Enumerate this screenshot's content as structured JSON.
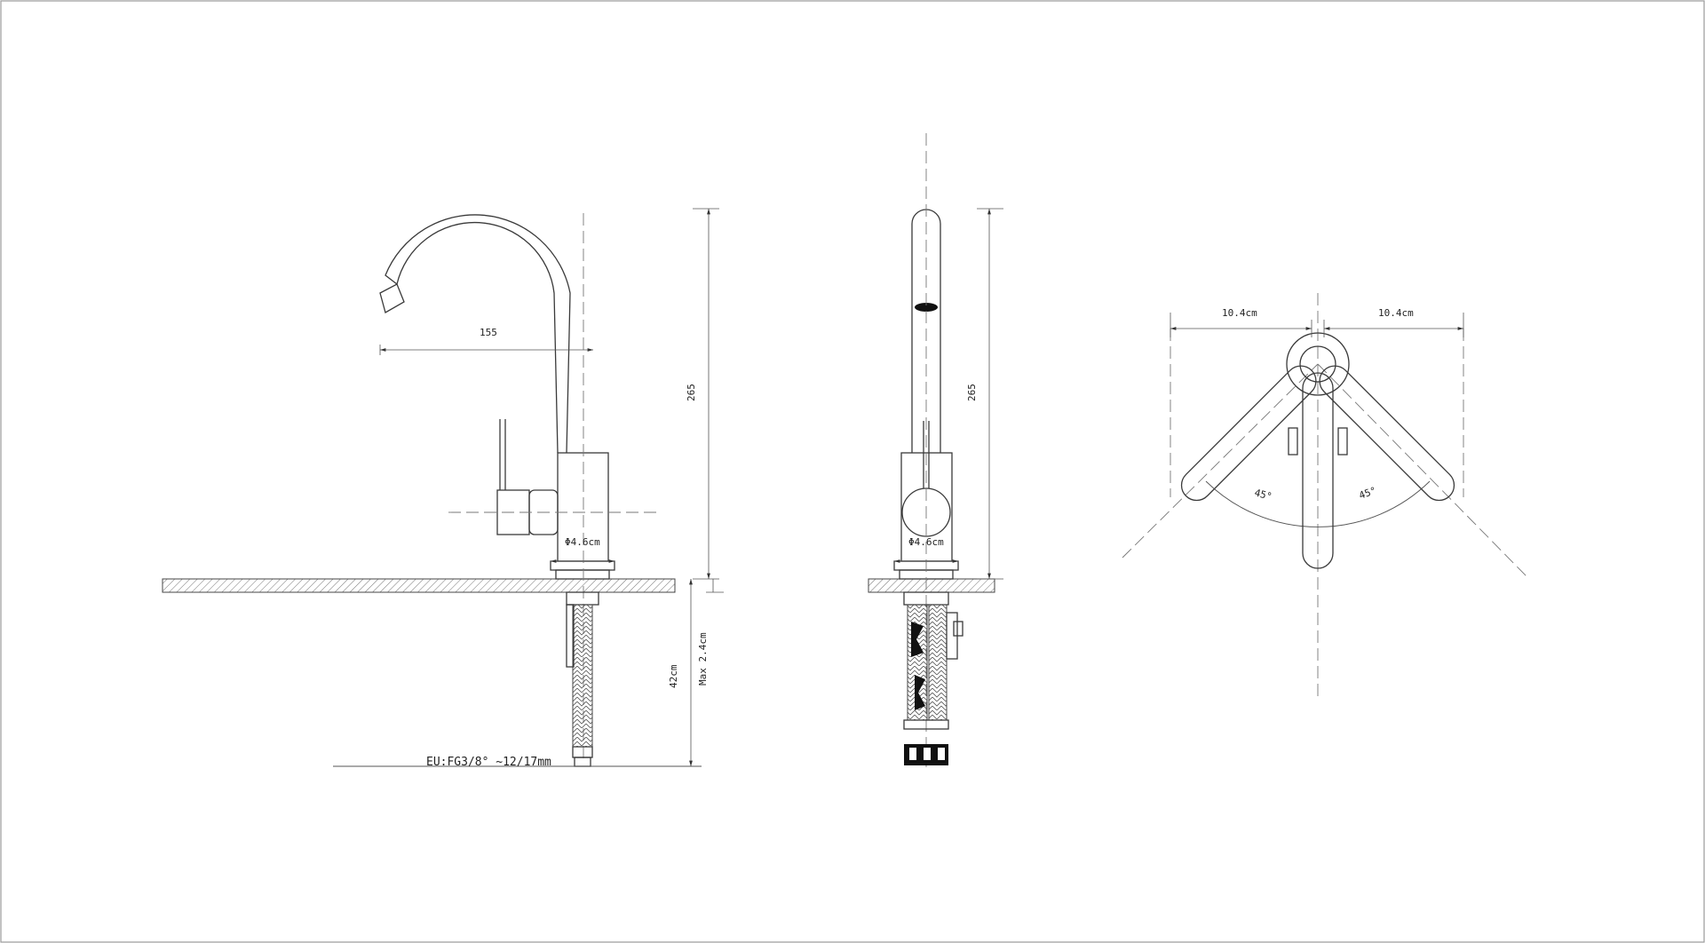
{
  "drawing": {
    "side_view": {
      "reach": "155",
      "height": "265",
      "body_diameter": "Φ4.6cm",
      "hose_length": "42cm",
      "max_counter_thickness": "Max 2.4cm",
      "connection": "EU:FG3/8° ~12/17mm"
    },
    "front_view": {
      "height": "265",
      "body_diameter": "Φ4.6cm"
    },
    "top_view": {
      "left_width": "10.4cm",
      "right_width": "10.4cm",
      "left_angle": "45°",
      "right_angle": "45°"
    }
  }
}
